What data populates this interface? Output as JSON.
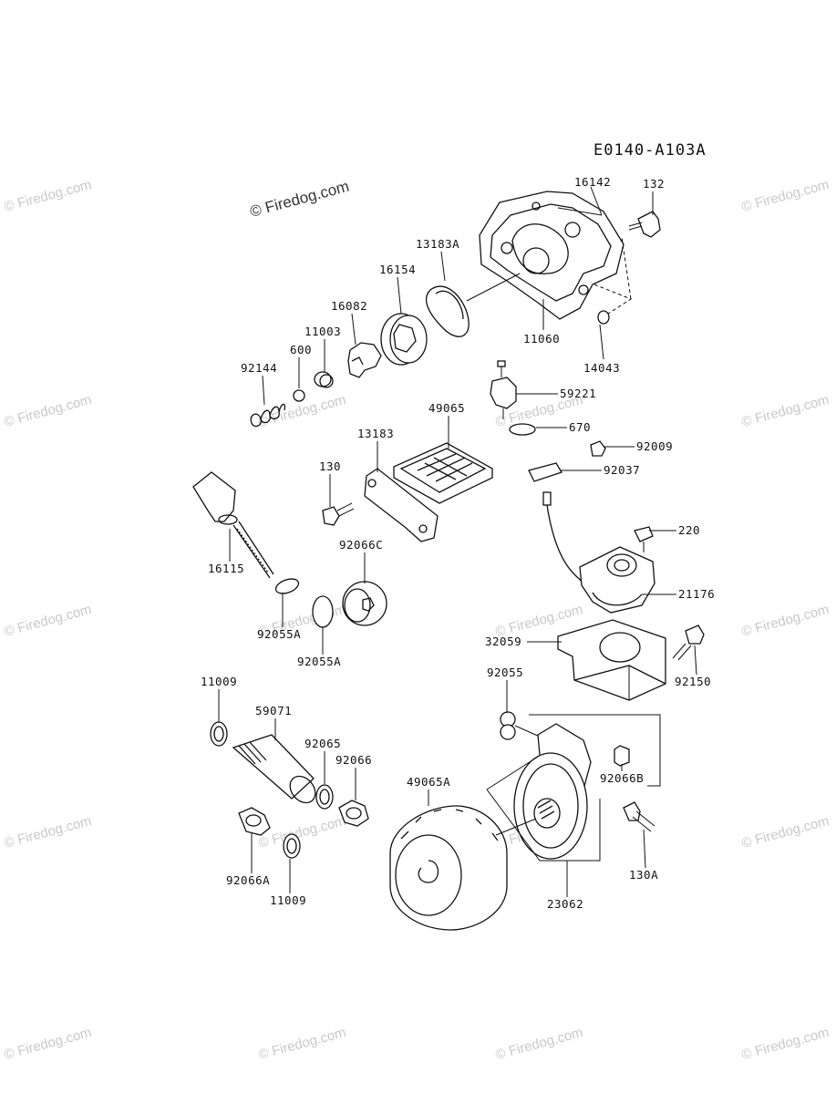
{
  "diagram_code": "E0140-A103A",
  "watermark_main": "© Firedog.com",
  "watermark": "© Firedog.com",
  "part_labels": {
    "p16142": "16142",
    "p132": "132",
    "p13183A": "13183A",
    "p16154": "16154",
    "p16082": "16082",
    "p11003": "11003",
    "p600": "600",
    "p92144": "92144",
    "p11060": "11060",
    "p14043": "14043",
    "p59221": "59221",
    "p670": "670",
    "p92009": "92009",
    "p92037": "92037",
    "p49065": "49065",
    "p13183": "13183",
    "p130": "130",
    "p16115": "16115",
    "p92066C": "92066C",
    "p92055A_1": "92055A",
    "p92055A_2": "92055A",
    "p220": "220",
    "p21176": "21176",
    "p32059": "32059",
    "p92150": "92150",
    "p92055": "92055",
    "p11009_1": "11009",
    "p59071": "59071",
    "p92065": "92065",
    "p92066": "92066",
    "p92066B": "92066B",
    "p49065A": "49065A",
    "p92066A": "92066A",
    "p11009_2": "11009",
    "p130A": "130A",
    "p23062": "23062"
  }
}
